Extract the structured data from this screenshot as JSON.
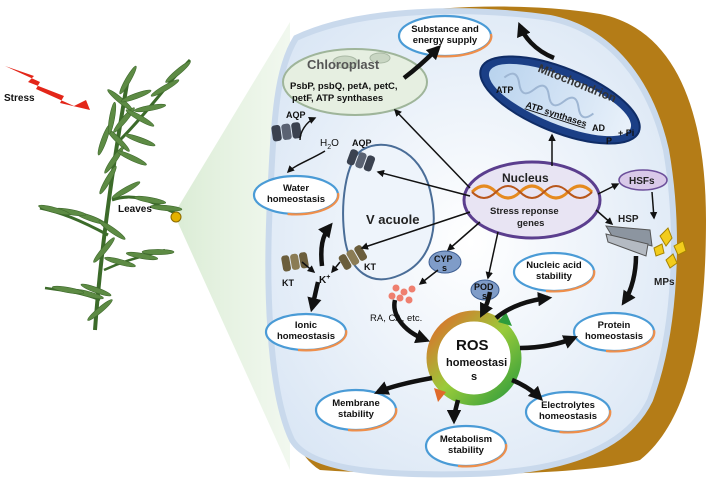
{
  "plant": {
    "stress": "Stress",
    "leaves": "Leaves"
  },
  "chloroplast": {
    "title": "Chloroplast",
    "line1": "PsbP, psbQ, petA, petC,",
    "line2": "petF, ATP synthases"
  },
  "mitochondrion": {
    "title": "Mitochondrion",
    "atp": "ATP",
    "synthases": "ATP synthases",
    "ad": "AD",
    "p": "P",
    "pi": "+ Pi"
  },
  "nucleus": {
    "title": "Nucleus",
    "line1": "Stress reponse",
    "line2": "genes"
  },
  "vacuole": "V acuole",
  "labels": {
    "aqp_outer": "AQP",
    "aqp_inner": "AQP",
    "h2o": "H",
    "h2o_sub": "2",
    "h2o_o": "O",
    "kt_outer": "KT",
    "kt_inner": "KT",
    "k": "K",
    "k_sup": "+",
    "hsfs": "HSFs",
    "hsp": "HSP",
    "mps": "MPs",
    "cyp1": "CYP",
    "cyp2": "s",
    "pod1": "POD",
    "pod2": "s",
    "ra": "RA, CA, etc."
  },
  "ros": {
    "title": "ROS",
    "line2": "homeostasi",
    "line3": "s"
  },
  "cycles": {
    "substance": [
      "Substance and",
      "energy supply"
    ],
    "water": [
      "Water",
      "homeostasis"
    ],
    "ionic": [
      "Ionic",
      "homeostasis"
    ],
    "nucleic": [
      "Nucleic acid",
      "stability"
    ],
    "protein": [
      "Protein",
      "homeostasis"
    ],
    "membrane": [
      "Membrane",
      "stability"
    ],
    "metabolism": [
      "Metabolism",
      "stability"
    ],
    "electrolytes": [
      "Electrolytes",
      "homeostasis"
    ]
  }
}
